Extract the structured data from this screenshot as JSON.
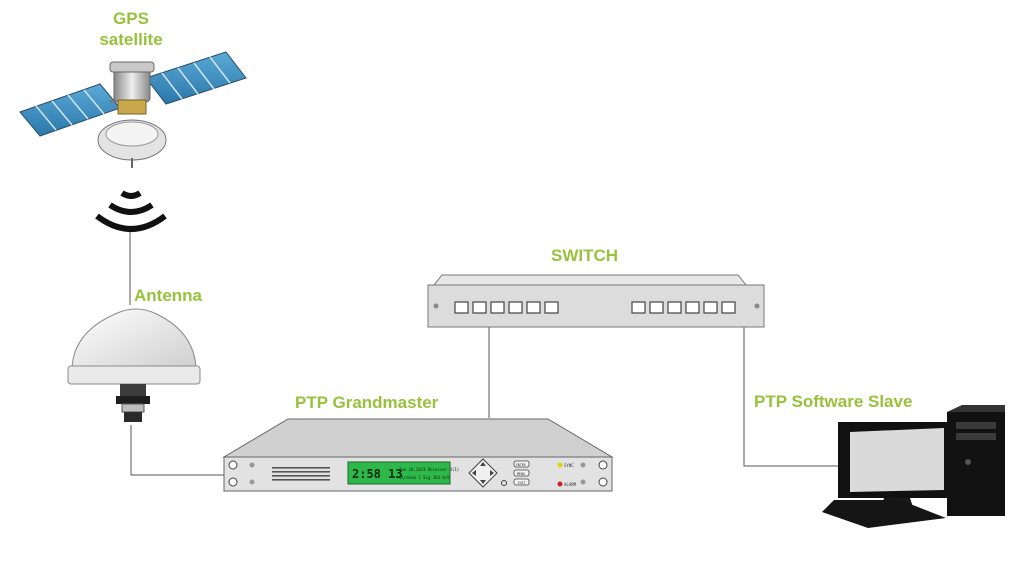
{
  "labels": {
    "gps_line1": "GPS",
    "gps_line2": "satellite",
    "antenna": "Antenna",
    "switch": "SWITCH",
    "grandmaster": "PTP Grandmaster",
    "slave": "PTP Software Slave"
  },
  "grandmaster_panel": {
    "clock_digits": "2:58 13",
    "status_line1": "Jan 18,2023  Receiver 4(1)",
    "status_line2": "Stratum 1   Sig 36d 0/8",
    "menu_buttons": [
      "ENTER",
      "MENU",
      "EXIT"
    ],
    "sync_label": "SYNC",
    "alarm_label": "ALARM"
  },
  "colors": {
    "label_green": "#97c23c",
    "lcd_green": "#2fb84a",
    "line_gray": "#555555",
    "chassis_gray": "#d9d9d9",
    "sync_led": "#e2d400",
    "alarm_led": "#cc1f1f"
  }
}
